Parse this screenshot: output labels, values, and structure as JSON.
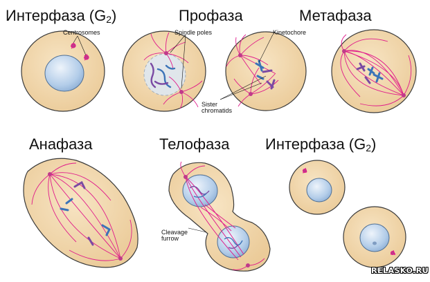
{
  "titles": {
    "interphase_g2_a": {
      "text": "Интерфаза (G",
      "sub": "2",
      "tail": ")"
    },
    "prophase": "Профаза",
    "metaphase": "Метафаза",
    "anaphase": "Анафаза",
    "telophase": "Телофаза",
    "interphase_g2_b": {
      "text": "Интерфаза (G",
      "sub": "2",
      "tail": ")"
    }
  },
  "annotations": {
    "centrosomes": "Centrosomes",
    "spindle_poles": "Spindle poles",
    "kinetochore": "Kinetochore",
    "sister_chromatids_1": "Sister",
    "sister_chromatids_2": "chromatids",
    "cleavage_furrow_1": "Cleavage",
    "cleavage_furrow_2": "furrow"
  },
  "watermark": "RELASKO.RU",
  "colors": {
    "cytoplasm": "#f3d9b0",
    "cell_outline": "#3a3a3a",
    "nucleus": "#aac7e6",
    "nucleus_light": "#dde9f6",
    "spindle": "#e0198a",
    "chromosome_blue": "#3c74b8",
    "chromosome_violet": "#7b4aa3"
  }
}
